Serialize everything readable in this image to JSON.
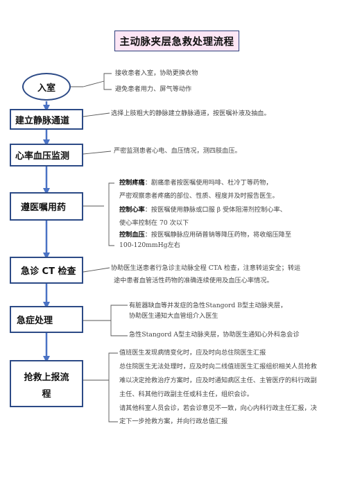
{
  "title": "主动脉夹层急救处理流程",
  "steps": {
    "admission": "入室",
    "iv": "建立静脉通道",
    "monitor": "心率血压监测",
    "medication": "遵医嘱用药",
    "ct": "急诊 CT 检查",
    "emergency": "急症处理",
    "report_1": "抢救上报流",
    "report_2": "程"
  },
  "notes": {
    "admission": [
      "接收患者入室，协助更换衣物",
      "避免患者用力、屏气等动作"
    ],
    "iv": "选择上肢粗大的静脉建立静脉通道，按医嘱补液及抽血。",
    "monitor": "严密监测患者心电、血压情况，测四肢血压。",
    "med_pain_label": "控制疼痛",
    "med_pain_text": "：剧痛患者按医嘱使用吗啡、杜冷丁等药物，",
    "med_pain_text2": "严密观察患者疼痛的部位、性质、程度并及时报告医生。",
    "med_hr_label": "控制心率",
    "med_hr_text": "：按医嘱使用静脉或口服 β 受体阻滞剂控制心率、",
    "med_hr_text2": "使心率控制在 70 次以下",
    "med_bp_label": "控制血压",
    "med_bp_text": "：按医嘱静脉应用硝普钠等降压药物，将收缩压降至",
    "med_bp_text2": "100-120mmHg左右",
    "ct": [
      "协助医生送患者行急诊主动脉全程 CTA 检查，注意转运安全；转运",
      "途中患者血管活性药物的准确连续使用及血压心率情况。"
    ],
    "emergency_b": [
      "有脏器缺血等并发症的急性Stangord B型主动脉夹层，",
      "协助医生通知大血管组介入医生"
    ],
    "emergency_a": "急性Stangord A型主动脉夹层，协助医生通知心外科急会诊",
    "report": [
      "值班医生发现病情变化时，应及时向总住院医生汇报",
      "总住院医生无法处理时，应及时向二线值班医生汇报组织相关人员抢救",
      "难以决定抢救治疗方案时，应及时通知病区主任、主管医疗的科行政副",
      "主任、科其他行政副主任或科主任，组织会诊。",
      "请其他科室人员会诊，若会诊意见不一致，向心内科行政主任汇报，决",
      "定下一步抢救方案，并向行政总值汇报"
    ]
  },
  "colors": {
    "arrow": "#4a72c4",
    "box_border": "#2c4a86",
    "title_bg": "#fde6f5"
  }
}
